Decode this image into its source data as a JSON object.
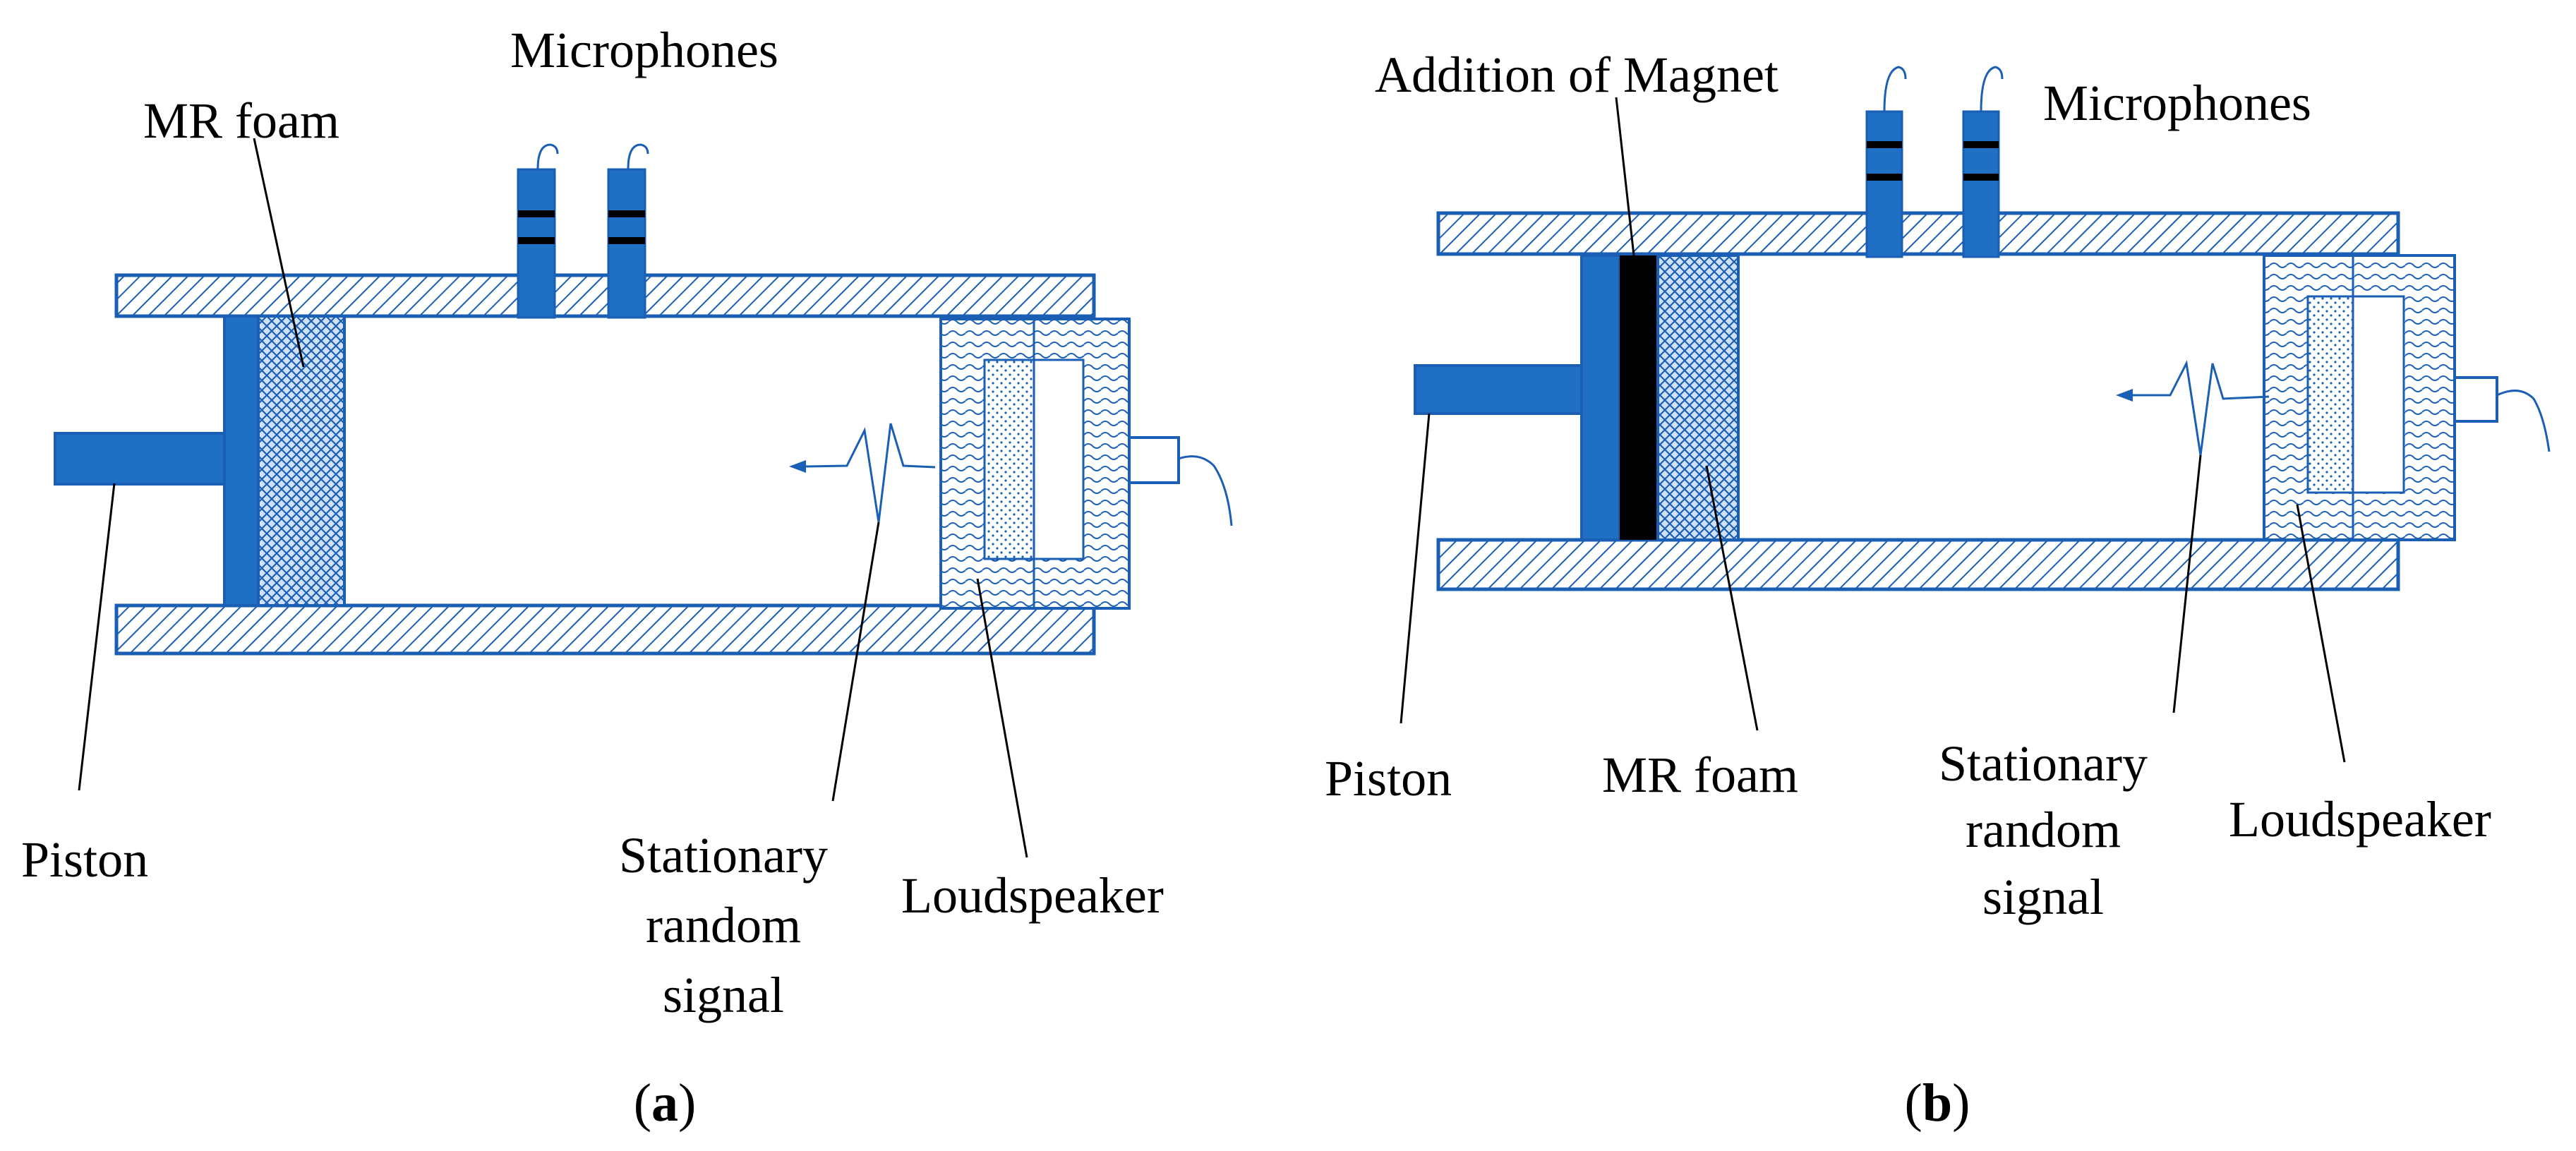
{
  "colors": {
    "body_blue": "#1f6fc4",
    "outline_blue": "#1a5fb4",
    "foam_pattern": "#1a5fb4",
    "magnet": "#000000",
    "leader_line": "#000000",
    "background": "#ffffff"
  },
  "panel_a": {
    "caption": {
      "open": "(",
      "letter": "a",
      "close": ")"
    },
    "labels": {
      "microphones": "Microphones",
      "mr_foam": "MR foam",
      "piston": "Piston",
      "signal": [
        "Stationary",
        "random",
        "signal"
      ],
      "loudspeaker": "Loudspeaker"
    }
  },
  "panel_b": {
    "caption": {
      "open": "(",
      "letter": "b",
      "close": ")"
    },
    "labels": {
      "magnet": "Addition of Magnet",
      "microphones": "Microphones",
      "piston": "Piston",
      "mr_foam": "MR foam",
      "signal": [
        "Stationary",
        "random",
        "signal"
      ],
      "loudspeaker": "Loudspeaker"
    }
  }
}
